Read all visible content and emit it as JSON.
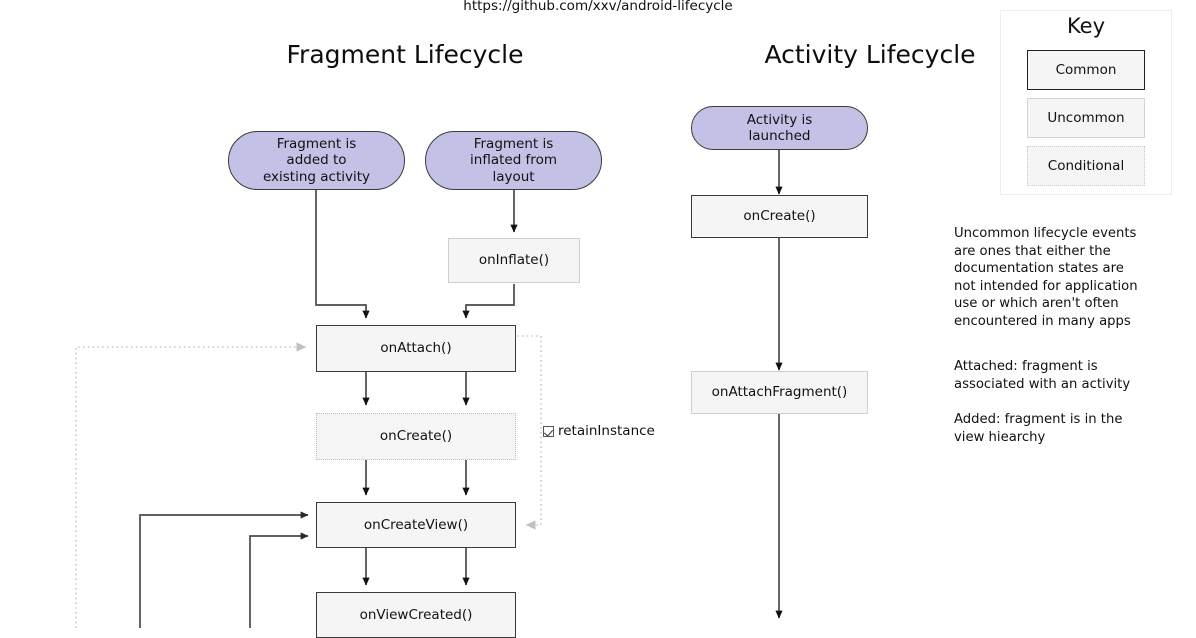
{
  "page": {
    "url": "https://github.com/xxv/android-lifecycle",
    "background": "#ffffff"
  },
  "colors": {
    "start_fill": "#c4c1e7",
    "node_fill": "#f5f5f5",
    "common_border": "#3a3a3a",
    "uncommon_border": "#cfcfcf",
    "conditional_border": "#bdbdbd",
    "edge": "#4a4a4a",
    "dotted_edge": "#c8c8c8"
  },
  "columns": {
    "fragment": {
      "title": "Fragment Lifecycle"
    },
    "activity": {
      "title": "Activity Lifecycle"
    }
  },
  "fragment_nodes": {
    "added": "Fragment is\nadded to\nexisting activity",
    "added_lines": [
      "Fragment is",
      "added to",
      "existing activity"
    ],
    "inflated_lines": [
      "Fragment is",
      "inflated from",
      "layout"
    ],
    "on_inflate": "onInflate()",
    "on_attach": "onAttach()",
    "on_create": "onCreate()",
    "on_create_view": "onCreateView()",
    "on_view_created": "onViewCreated()"
  },
  "activity_nodes": {
    "launched_lines": [
      "Activity is",
      "launched"
    ],
    "on_create": "onCreate()",
    "on_attach_fragment": "onAttachFragment()"
  },
  "labels": {
    "retain_instance": "retainInstance"
  },
  "key": {
    "title": "Key",
    "items": [
      {
        "label": "Common",
        "style": "common"
      },
      {
        "label": "Uncommon",
        "style": "uncommon"
      },
      {
        "label": "Conditional",
        "style": "conditional"
      }
    ]
  },
  "notes": {
    "uncommon": "Uncommon lifecycle events are ones that either the documentation states are not intended for application use or which aren't often encountered in many apps",
    "attached": "Attached: fragment is associated with an activity",
    "added": "Added: fragment is in the view hiearchy"
  }
}
